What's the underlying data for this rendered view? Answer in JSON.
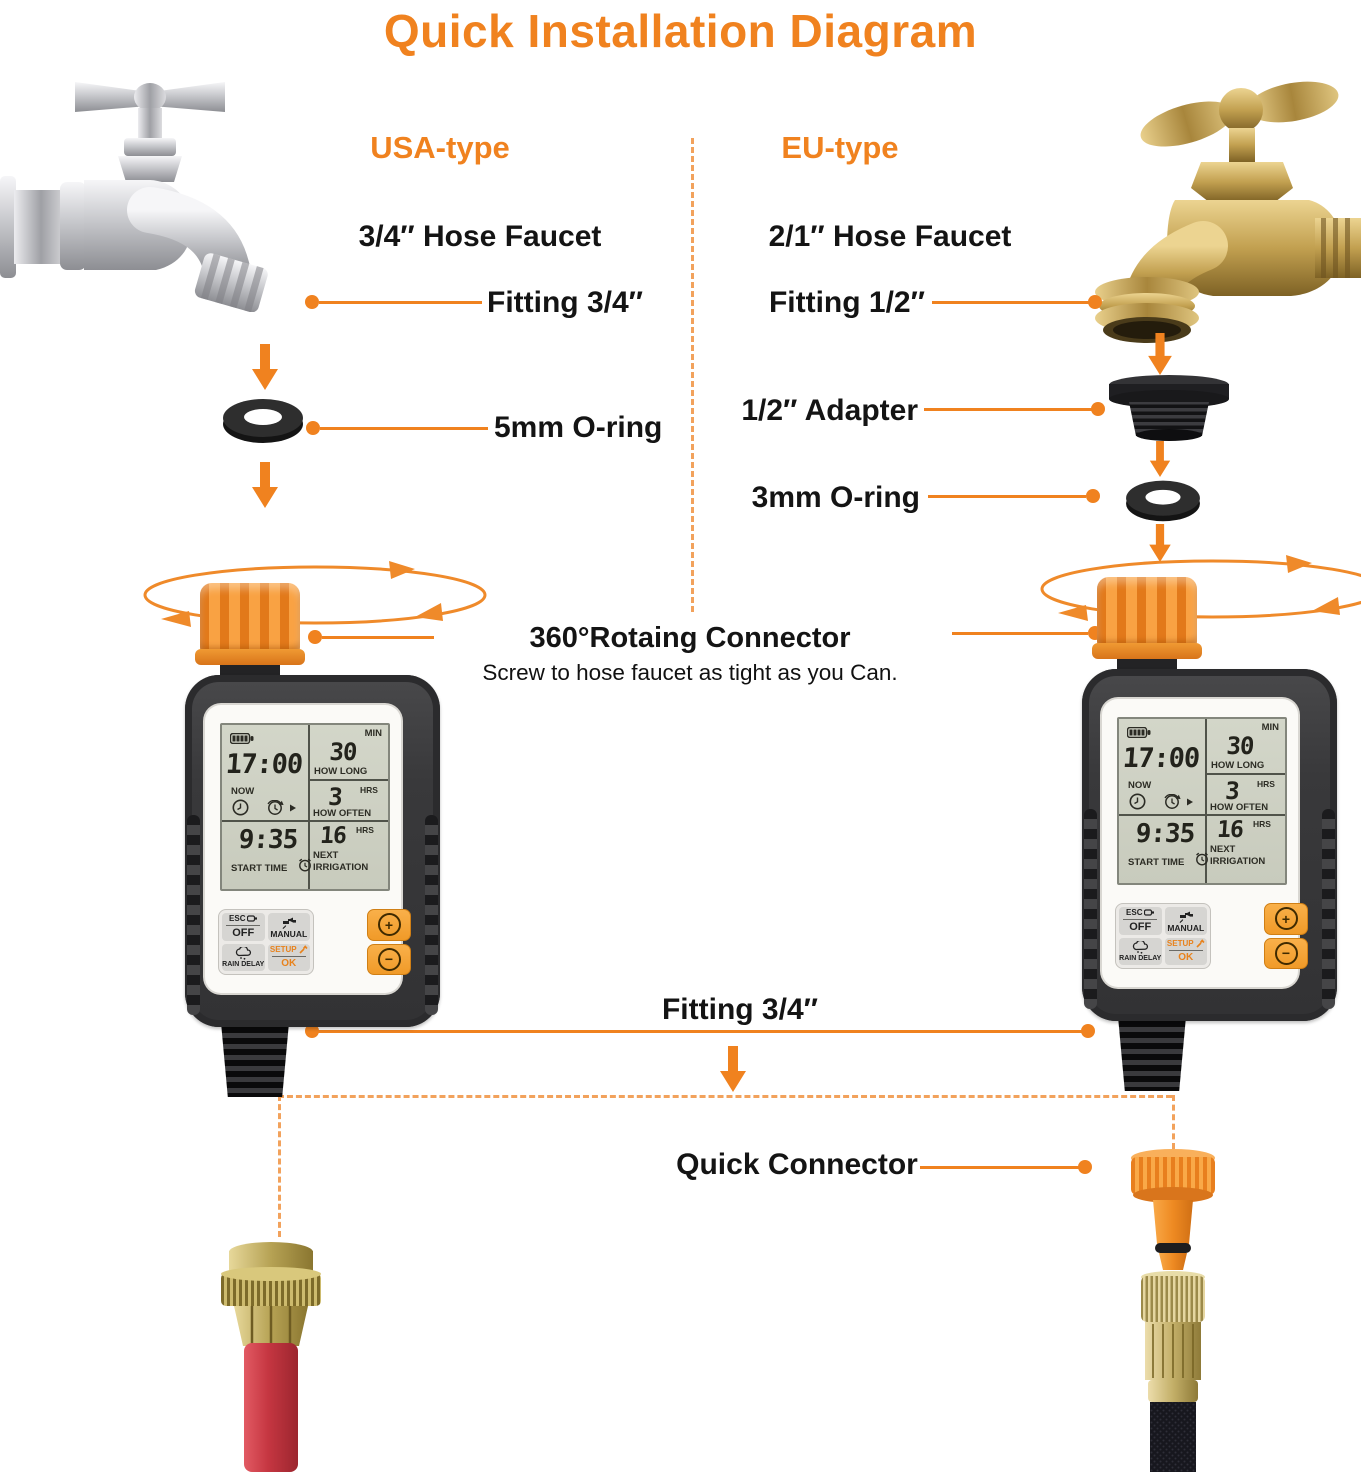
{
  "title": "Quick Installation Diagram",
  "accent_color": "#F0821F",
  "usa": {
    "type_label": "USA-type",
    "faucet_title": "3/4″ Hose Faucet",
    "fitting_label": "Fitting 3/4″",
    "oring_label": "5mm O-ring"
  },
  "eu": {
    "type_label": "EU-type",
    "faucet_title": "2/1″ Hose Faucet",
    "fitting_label": "Fitting 1/2″",
    "adapter_label": "1/2″ Adapter",
    "oring_label": "3mm O-ring"
  },
  "connector": {
    "title": "360°Rotaing Connector",
    "caption": "Screw to hose faucet as tight as you Can."
  },
  "bottom": {
    "fitting_label": "Fitting 3/4″",
    "quick_connector_label": "Quick Connector"
  },
  "timer": {
    "now_value": "17:00",
    "now_label": "NOW",
    "how_long_unit": "MIN",
    "how_long_value": "30",
    "how_long_label": "HOW LONG",
    "how_often_value": "3",
    "how_often_unit": "HRS",
    "how_often_label": "HOW OFTEN",
    "start_value": "9:35",
    "start_label": "START TIME",
    "next_value": "16",
    "next_unit": "HRS",
    "next_label_line1": "NEXT",
    "next_label_line2": "IRRIGATION",
    "buttons": {
      "esc": "ESC",
      "off": "OFF",
      "manual": "MANUAL",
      "rain_delay": "RAIN DELAY",
      "setup": "SETUP",
      "ok": "OK",
      "plus": "+",
      "minus": "−"
    }
  }
}
